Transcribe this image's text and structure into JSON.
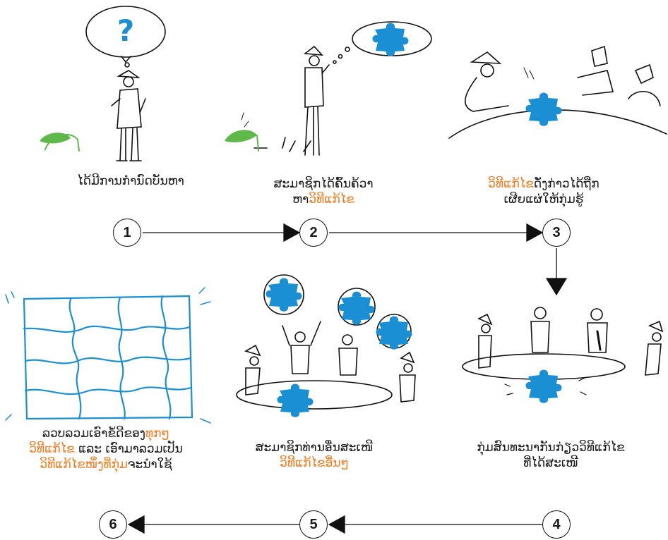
{
  "colors": {
    "accent": "#f47c20",
    "puzzle": "#1b8fd3",
    "ink": "#111111",
    "plant": "#5fb84a"
  },
  "steps": [
    {
      "number": "1",
      "caption": [
        {
          "t": "ໄດ້ມີການກຳນົດບັນຫາ",
          "hl": false
        }
      ]
    },
    {
      "number": "2",
      "caption": [
        {
          "t": "ສະມາຊິກໄດ້ຄົ້ນຄ້ວາ",
          "hl": false
        },
        {
          "br": true
        },
        {
          "t": "ຫາ",
          "hl": false
        },
        {
          "t": "ວິທີແກ້ໄຂ",
          "hl": true
        }
      ]
    },
    {
      "number": "3",
      "caption": [
        {
          "t": "ວິທີແກ້ໄຂ",
          "hl": true
        },
        {
          "t": "ດັ່ງກ່າວໄດ້ຖືກ",
          "hl": false
        },
        {
          "br": true
        },
        {
          "t": "ເຜີຍແຜ່ໃຫ້ກຸ່ມຮູ້",
          "hl": false
        }
      ]
    },
    {
      "number": "4",
      "caption": [
        {
          "t": "ກຸ່ມສົນທະນາກັນກ່ຽວວິທີແກ້ໄຂ",
          "hl": false
        },
        {
          "br": true
        },
        {
          "t": "ທີ່ໄດ້ສະເໜີ",
          "hl": false
        }
      ]
    },
    {
      "number": "5",
      "caption": [
        {
          "t": "ສະມາຊິກທ່ານອື່ນສະເໜີ",
          "hl": false
        },
        {
          "br": true
        },
        {
          "t": "ວິທີແກ້ໄຂອື່ນໆ",
          "hl": true
        }
      ]
    },
    {
      "number": "6",
      "caption": [
        {
          "t": "ລວບລວມເອົາຂໍ້ດີຂອງ",
          "hl": false
        },
        {
          "t": "ທຸກໆ",
          "hl": true
        },
        {
          "br": true
        },
        {
          "t": "ວິທີແກ້ໄຂ",
          "hl": true
        },
        {
          "t": " ແລະ ເອົາມາລວມເປັນ",
          "hl": false
        },
        {
          "br": true
        },
        {
          "t": "ວິທີແກ້ໄຂໜຶ່ງທີ່ກຸ່ມ",
          "hl": true
        },
        {
          "t": "ຈະນຳໃຊ້",
          "hl": false
        }
      ]
    }
  ]
}
